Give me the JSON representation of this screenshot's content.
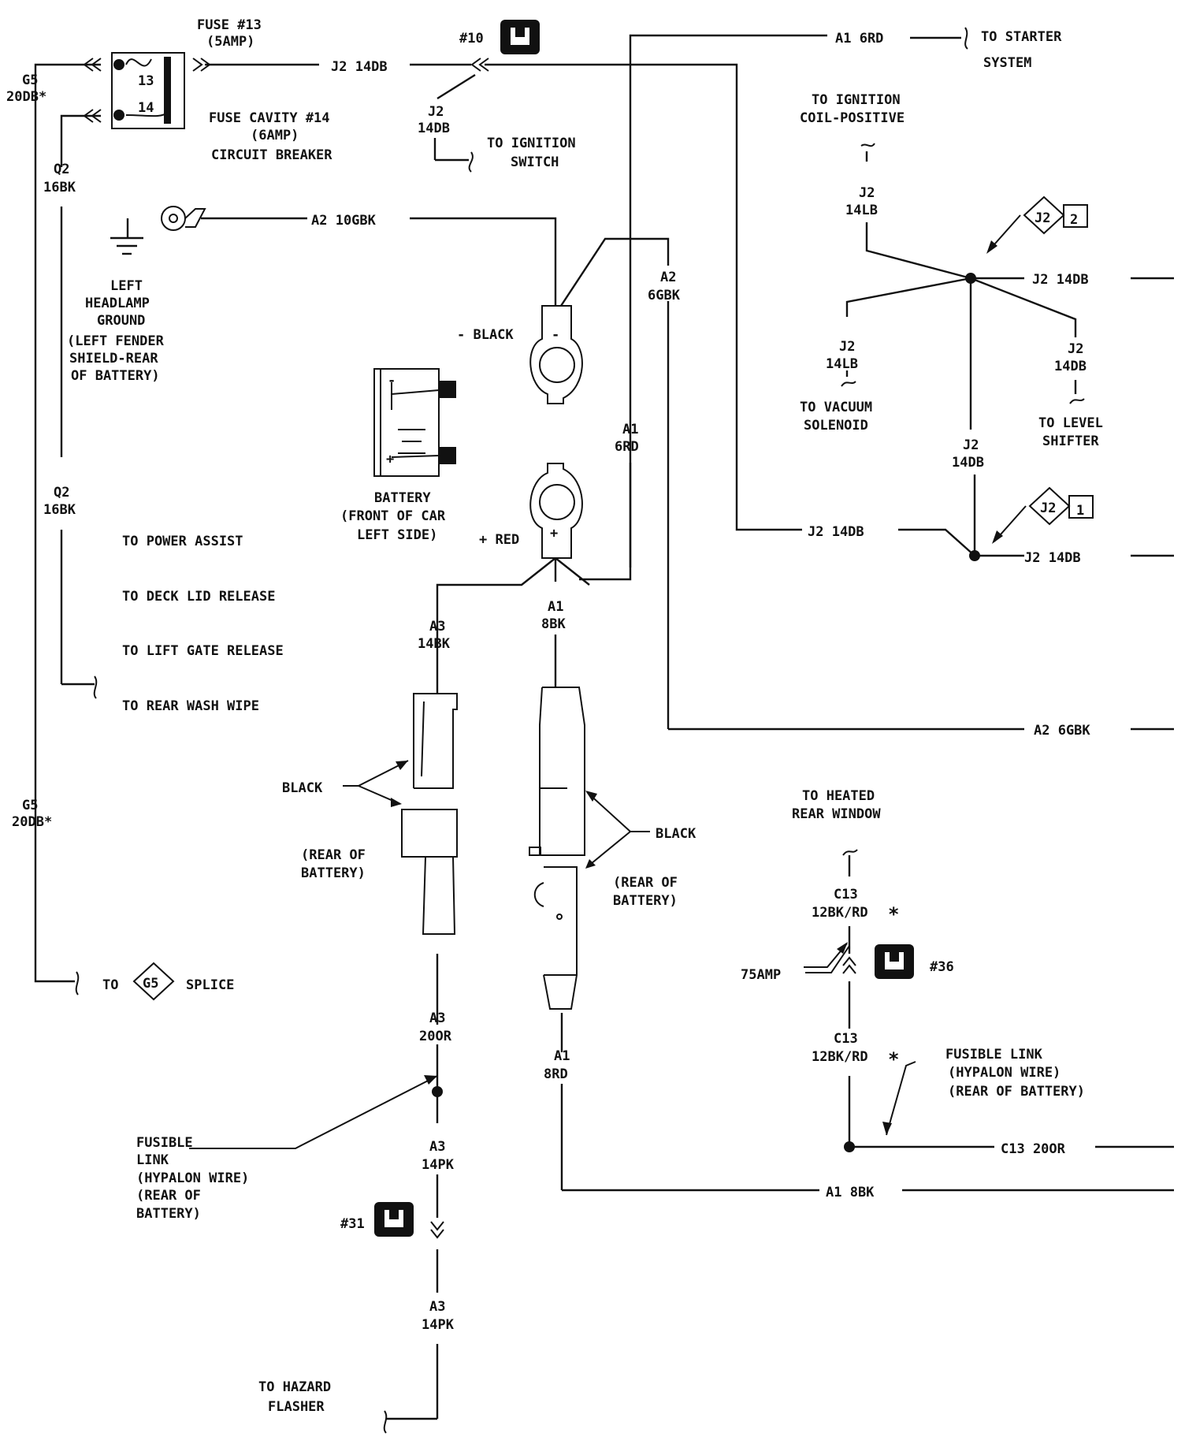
{
  "fuse": {
    "title": "FUSE #13",
    "rating": "(5AMP)",
    "pos13": "13",
    "pos14": "14",
    "cavity_l1": "FUSE CAVITY #14",
    "cavity_l2": "(6AMP)",
    "cavity_l3": "CIRCUIT BREAKER"
  },
  "wires": {
    "j2_14db": "J2 14DB",
    "j2": "J2",
    "w14db": "14DB",
    "w14lb": "14LB",
    "g5": "G5",
    "w20db_star": "20DB*",
    "q2": "Q2",
    "w16bk": "16BK",
    "a2_10gbk": "A2 10GBK",
    "a2": "A2",
    "w6gbk": "6GBK",
    "a2_6gbk": "A2 6GBK",
    "a1": "A1",
    "w6rd": "6RD",
    "a1_6rd": "A1 6RD",
    "w8bk": "8BK",
    "w8rd": "8RD",
    "a1_8bk": "A1 8BK",
    "a3": "A3",
    "w14bk": "14BK",
    "w20or": "20OR",
    "w14pk": "14PK",
    "c13": "C13",
    "w12bkrd": "12BK/RD",
    "c13_20or": "C13 20OR",
    "amp75": "75AMP",
    "star": "*"
  },
  "connectors": {
    "c10": "#10",
    "c31": "#31",
    "c36": "#36",
    "splice_j2_2": "2",
    "splice_j2_1": "1",
    "splice_g5": "G5"
  },
  "labels": {
    "to_starter": "TO STARTER",
    "system": "SYSTEM",
    "to_ign_switch_l1": "TO IGNITION",
    "to_ign_switch_l2": "SWITCH",
    "to_ign_coil_l1": "TO IGNITION",
    "to_ign_coil_l2": "COIL-POSITIVE",
    "to_vacuum_l1": "TO VACUUM",
    "to_vacuum_l2": "SOLENOID",
    "to_level_l1": "TO LEVEL",
    "to_level_l2": "SHIFTER",
    "left_hl_l1": "LEFT",
    "left_hl_l2": "HEADLAMP",
    "left_hl_l3": "GROUND",
    "left_hl_l4": "(LEFT FENDER",
    "left_hl_l5": "SHIELD-REAR",
    "left_hl_l6": "OF BATTERY)",
    "black_neg": "- BLACK",
    "red_pos": "+ RED",
    "minus": "-",
    "plus": "+",
    "battery_l1": "BATTERY",
    "battery_l2": "(FRONT OF CAR",
    "battery_l3": "LEFT SIDE)",
    "to_power_assist": "TO POWER ASSIST",
    "to_deck_lid": "TO DECK LID RELEASE",
    "to_lift_gate": "TO LIFT GATE RELEASE",
    "to_rear_wash": "TO REAR WASH WIPE",
    "to": "TO",
    "splice": "SPLICE",
    "black_left": "BLACK",
    "black_right": "BLACK",
    "rear_batt_l1": "(REAR OF",
    "rear_batt_l2": "BATTERY)",
    "rear_batt_r1": "(REAR OF",
    "rear_batt_r2": "BATTERY)",
    "to_heated_l1": "TO HEATED",
    "to_heated_l2": "REAR WINDOW",
    "fusible_l_l1": "FUSIBLE",
    "fusible_l_l2": "LINK",
    "fusible_l_l3": "(HYPALON WIRE)",
    "fusible_l_l4": "(REAR OF",
    "fusible_l_l5": "BATTERY)",
    "fusible_r_l1": "FUSIBLE LINK",
    "fusible_r_l2": "(HYPALON WIRE)",
    "fusible_r_l3": "(REAR OF BATTERY)",
    "to_hazard_l1": "TO HAZARD",
    "to_hazard_l2": "FLASHER"
  }
}
